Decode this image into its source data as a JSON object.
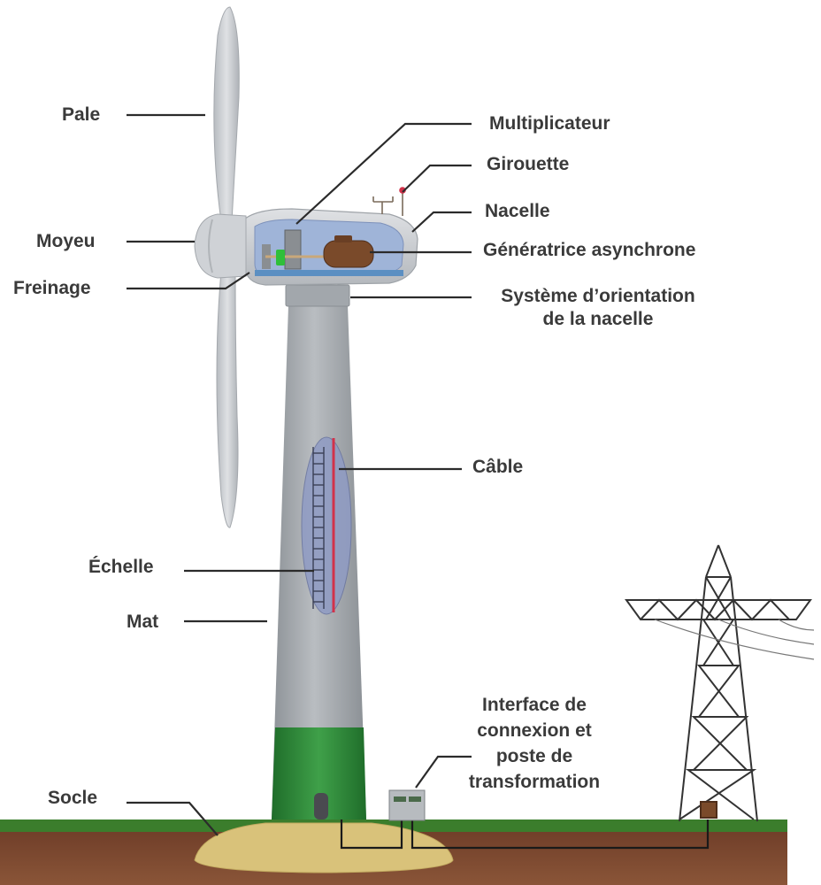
{
  "labels": {
    "pale": "Pale",
    "moyeu": "Moyeu",
    "freinage": "Freinage",
    "multiplicateur": "Multiplicateur",
    "girouette": "Girouette",
    "nacelle": "Nacelle",
    "generatrice": "Génératrice asynchrone",
    "orientation_line1": "Système d’orientation",
    "orientation_line2": "de la nacelle",
    "cable": "Câble",
    "echelle": "Échelle",
    "mat": "Mat",
    "interface_line1": "Interface de",
    "interface_line2": "connexion et",
    "interface_line3": "poste de",
    "interface_line4": "transformation",
    "socle": "Socle"
  },
  "colors": {
    "tower": "#a9aeb3",
    "tower_base": "#2f8a3a",
    "ground_grass": "#3b7d2c",
    "ground_soil": "#7a4630",
    "foundation": "#d9c27a",
    "blade": "#c9ccd0",
    "nacelle_inner": "#9fb4d8",
    "generator": "#7a4a2a",
    "brake": "#2fbf3a",
    "cable": "#d2324a",
    "pylon": "#333333"
  }
}
